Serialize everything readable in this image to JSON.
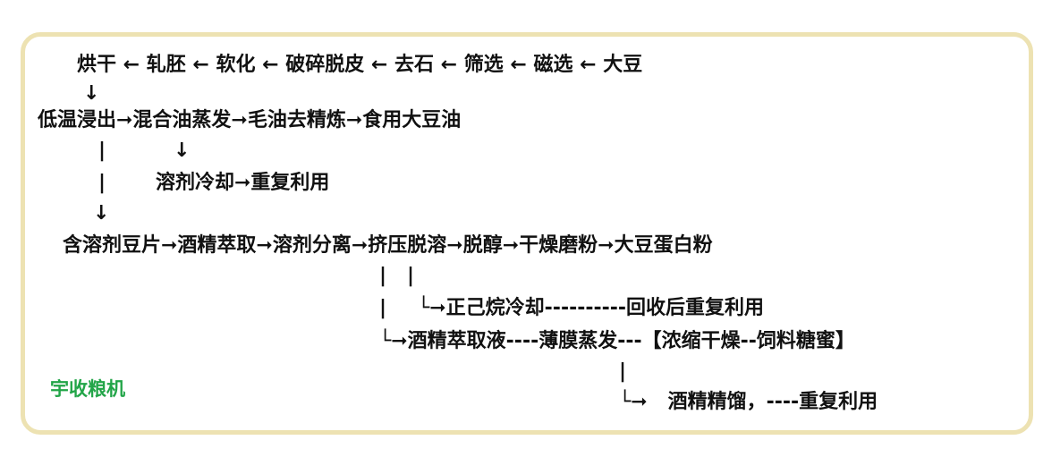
{
  "diagram": {
    "row1": "烘干 ← 轧胚 ← 软化 ← 破碎脱皮 ← 去石 ← 筛选 ← 磁选 ← 大豆",
    "arrow_down_1": "↓",
    "row2": "低温浸出➞混合油蒸发➞毛油去精炼➞食用大豆油",
    "bar_left_1": "|",
    "arrow_down_2": "↓",
    "bar_left_2": "|",
    "row3": "溶剂冷却➞重复利用",
    "arrow_down_3": "↓",
    "row4": "含溶剂豆片➞酒精萃取➞溶剂分离➞挤压脱溶➞脱醇➞干燥磨粉➞大豆蛋白粉",
    "row5_bars": "|   |",
    "row6_bar": "|",
    "row6": "└➞正己烷冷却----------回收后重复利用",
    "row7": "└➞酒精萃取液----薄膜蒸发---【浓缩干燥--饲料糖蜜】",
    "row8_bar": "|",
    "row9": "└➞   酒精精馏，----重复利用"
  },
  "brand": {
    "label": "宇收粮机",
    "color": "#22A548"
  },
  "frame": {
    "border_color": "#EDE2B2"
  }
}
